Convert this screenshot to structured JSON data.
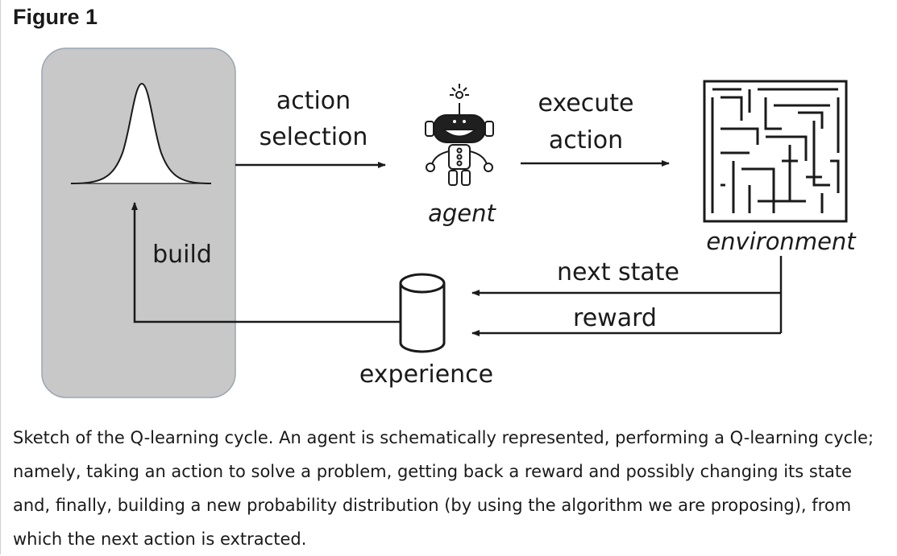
{
  "figure": {
    "title": "Figure 1",
    "caption": "Sketch of the Q-learning cycle. An agent is schematically represented, performing a Q-learning cycle; namely, taking an action to solve a problem, getting back a reward and possibly changing its state and, finally, building a new probability distribution (by using the algorithm we are proposing), from which the next action is extracted."
  },
  "diagram": {
    "action_selection": [
      "action",
      "selection"
    ],
    "execute_action": [
      "execute",
      "action"
    ],
    "agent_label": "agent",
    "environment_label": "environment",
    "next_state_label": "next state",
    "reward_label": "reward",
    "experience_label": "experience",
    "build_label": "build"
  },
  "colors": {
    "panel_fill": "#c8c8c8",
    "panel_stroke": "#9aa6b2",
    "line": "#1a1a1a"
  }
}
